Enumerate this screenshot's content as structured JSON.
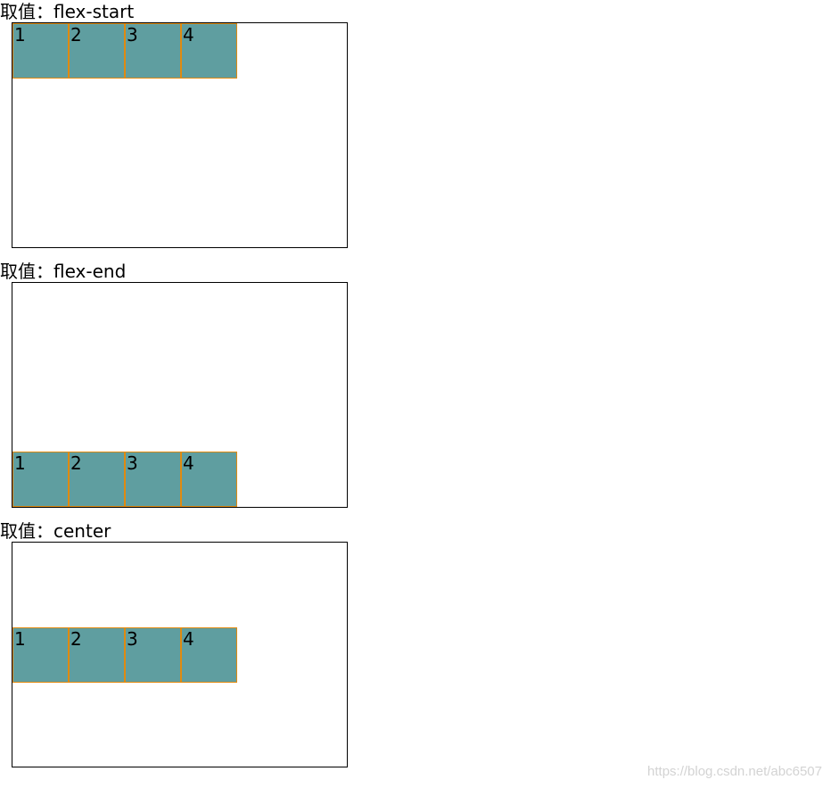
{
  "sections": [
    {
      "label": "取值：flex-start",
      "align": "flex-start",
      "items": [
        "1",
        "2",
        "3",
        "4"
      ]
    },
    {
      "label": "取值：flex-end",
      "align": "flex-end",
      "items": [
        "1",
        "2",
        "3",
        "4"
      ]
    },
    {
      "label": "取值：center",
      "align": "center",
      "items": [
        "1",
        "2",
        "3",
        "4"
      ]
    }
  ],
  "watermark": "https://blog.csdn.net/abc6507",
  "colors": {
    "item_background": "#5f9ea0",
    "item_border": "#e08a10",
    "box_border": "#000000",
    "watermark": "#d3d3d3"
  }
}
